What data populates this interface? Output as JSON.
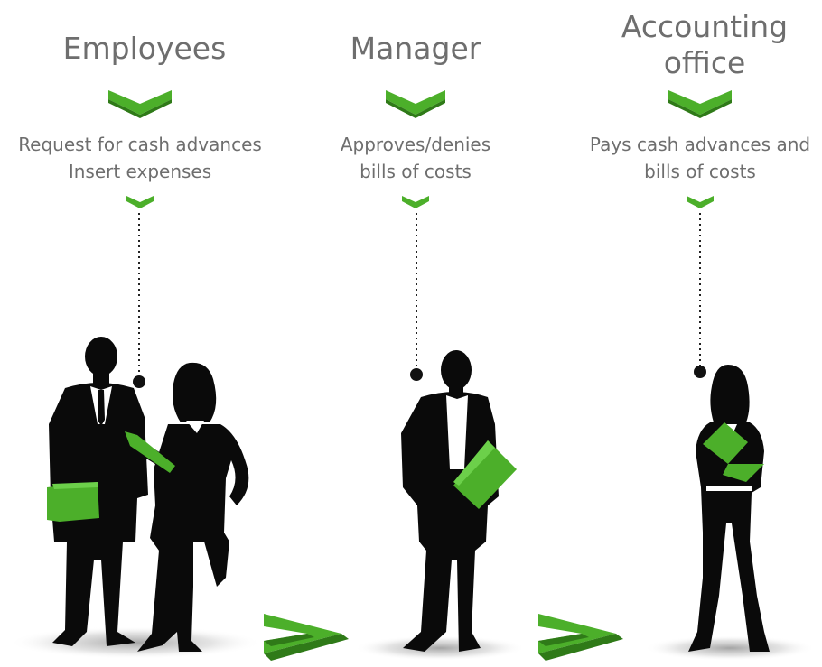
{
  "columns": [
    {
      "title_lines": [
        "Employees"
      ],
      "desc_lines": [
        "Request for cash advances",
        "Insert expenses"
      ]
    },
    {
      "title_lines": [
        "Manager"
      ],
      "desc_lines": [
        "Approves/denies",
        "bills of costs"
      ]
    },
    {
      "title_lines": [
        "Accounting",
        "office"
      ],
      "desc_lines": [
        "Pays cash advances and",
        "bills of costs"
      ]
    }
  ],
  "colors": {
    "accent_green": "#4caf2a",
    "text": "#6e6e6e",
    "silhouette": "#0a0a0a"
  },
  "icons": [
    "chevron-down-icon",
    "chevron-right-icon"
  ]
}
